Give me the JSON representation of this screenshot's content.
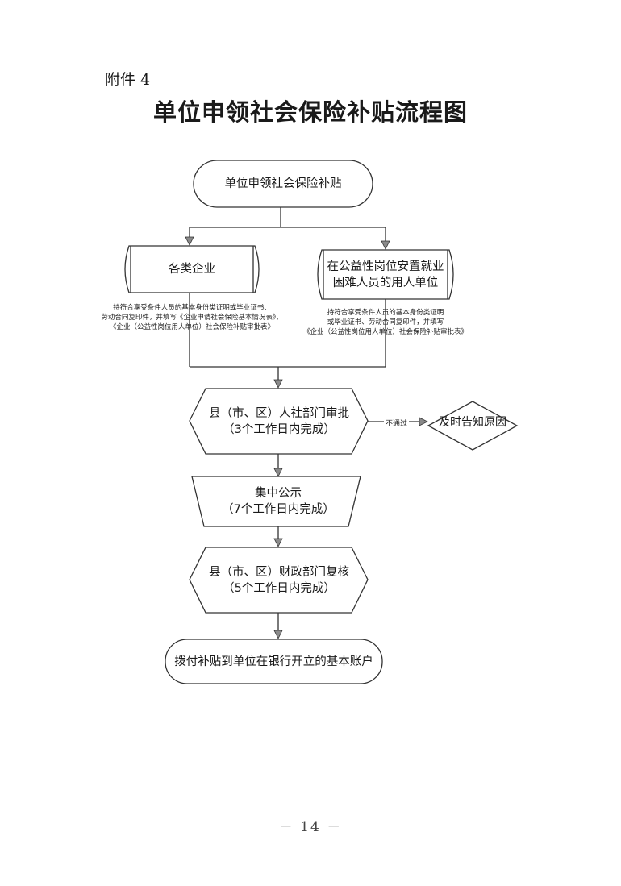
{
  "header": {
    "attachment": "附件 4",
    "title": "单位申领社会保险补贴流程图"
  },
  "flow": {
    "start": "单位申领社会保险补贴",
    "branch_left": "各类企业",
    "branch_right": "在公益性岗位安置就业困难人员的用人单位",
    "note_left": {
      "line1": "持符合享受条件人员的基本身份类证明或毕业证书、",
      "line2": "劳动合同复印件，并填写《企业申请社会保险基本情况表》、",
      "line3": "《企业（公益性岗位用人单位）社会保险补贴审批表》"
    },
    "note_right": {
      "line1": "持符合享受条件人员的基本身份类证明",
      "line2": "或毕业证书、劳动合同复印件，并填写",
      "line3": "《企业（公益性岗位用人单位）社会保险补贴审批表》"
    },
    "approval": {
      "line1": "县（市、区）人社部门审批",
      "line2": "（3个工作日内完成）"
    },
    "reject_label": "不通过",
    "reject_result": "及时告知原因",
    "publicity": {
      "line1": "集中公示",
      "line2": "（7个工作日内完成）"
    },
    "finance": {
      "line1": "县（市、区）财政部门复核",
      "line2": "（5个工作日内完成）"
    },
    "end": "拨付补贴到单位在银行开立的基本账户"
  },
  "footer": {
    "page_number": "－ 14 －"
  }
}
